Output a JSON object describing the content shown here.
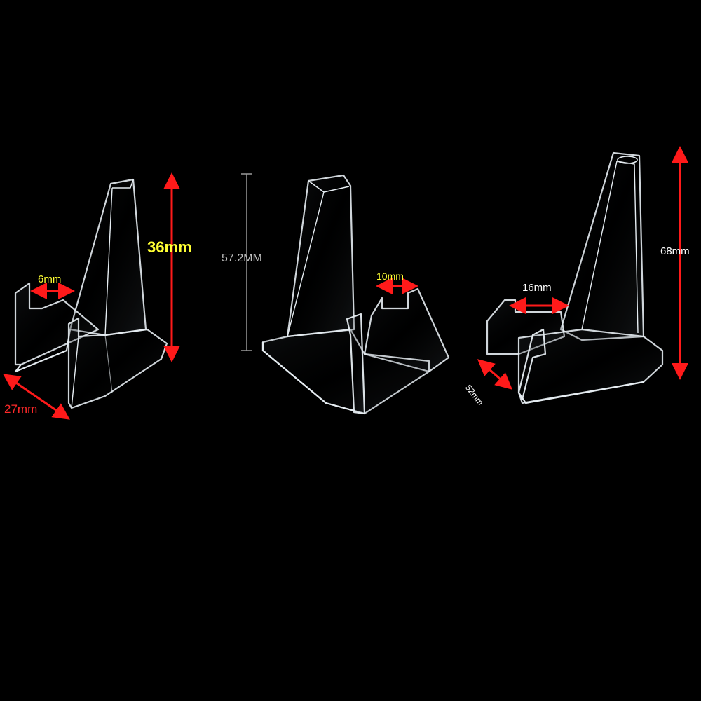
{
  "stands": [
    {
      "name": "small-stand",
      "height_label": "36mm",
      "lip_label": "6mm",
      "depth_label": "27mm"
    },
    {
      "name": "medium-stand",
      "height_label": "57.2MM",
      "lip_label": "10mm"
    },
    {
      "name": "large-stand",
      "height_label": "68mm",
      "lip_label": "16mm",
      "depth_label": "52mm"
    }
  ],
  "colors": {
    "background": "#000000",
    "dimension_arrow": "#ff1a1a",
    "small_height_label": "#ffff33",
    "small_lip_label": "#ffff33",
    "small_depth_label": "#ff2a2a",
    "medium_height_line": "#9a9a9a",
    "medium_lip_label": "#ffff33",
    "large_label": "#ffffff",
    "acrylic_edge": "#e8eef2"
  }
}
